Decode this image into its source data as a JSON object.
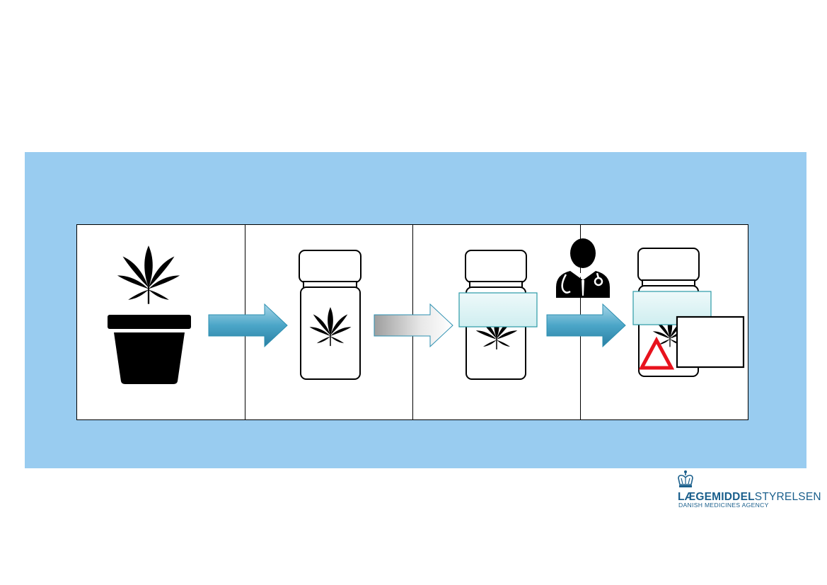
{
  "colors": {
    "panel_background": "#99ccf0",
    "icon_fill": "#000000",
    "arrow_blue": "#4ba6c8",
    "arrow_grey": "#bdbdbd",
    "label_box": "#d8f0f2",
    "label_box_border": "#2b9aa6",
    "warning": "#e8121d",
    "logo_blue": "#1a5f8c"
  },
  "logo": {
    "name": "LÆGEMIDDELSTYRELSEN",
    "name_part1": "LÆGEMIDDEL",
    "name_part2": "STYRELSEN",
    "subtitle": "DANISH MEDICINES AGENCY"
  },
  "steps": [
    {
      "id": 1,
      "icon": "cannabis-plant-pot-icon"
    },
    {
      "id": 2,
      "icon": "cannabis-bottle-icon"
    },
    {
      "id": 3,
      "icon": "labelled-cannabis-bottle-icon"
    },
    {
      "id": 4,
      "icon": "prescribed-cannabis-bottle-with-warning-icon",
      "extra_icon": "doctor-icon"
    }
  ],
  "arrows": [
    {
      "from": 1,
      "to": 2,
      "style": "blue-gradient"
    },
    {
      "from": 2,
      "to": 3,
      "style": "grey-gradient"
    },
    {
      "from": 3,
      "to": 4,
      "style": "blue-gradient"
    }
  ]
}
